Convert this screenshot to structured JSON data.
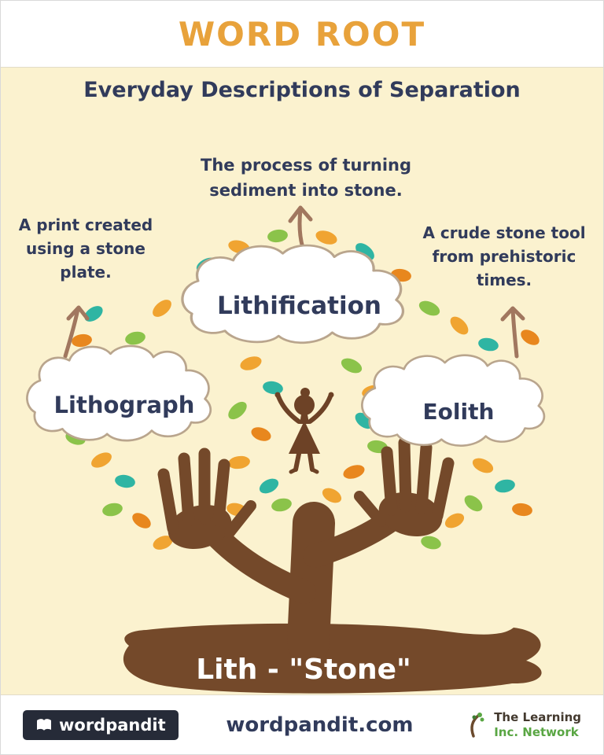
{
  "header": {
    "title": "WORD ROOT"
  },
  "subtitle": "Everyday Descriptions of Separation",
  "clouds": [
    {
      "word": "Lithograph",
      "description": "A print created using a stone plate."
    },
    {
      "word": "Lithification",
      "description": "The process of turning sediment into stone."
    },
    {
      "word": "Eolith",
      "description": "A crude stone tool from prehistoric times."
    }
  ],
  "root": {
    "label": "Lith - \"Stone\""
  },
  "footer": {
    "logo_text": "wordpandit",
    "site": "wordpandit.com",
    "partner_line1": "The Learning",
    "partner_line2": "Inc. Network"
  },
  "colors": {
    "accent": "#E8A23B",
    "navy": "#313B5B",
    "brown": "#74492A",
    "cream": "#FBF2CF",
    "arrow": "#A1775F",
    "leaf_orange": "#F0A431",
    "leaf_dark_orange": "#E8871E",
    "leaf_teal": "#2FB5A3",
    "leaf_green": "#8BC34A",
    "partner_green": "#59A643",
    "logo_bg": "#262B38"
  }
}
